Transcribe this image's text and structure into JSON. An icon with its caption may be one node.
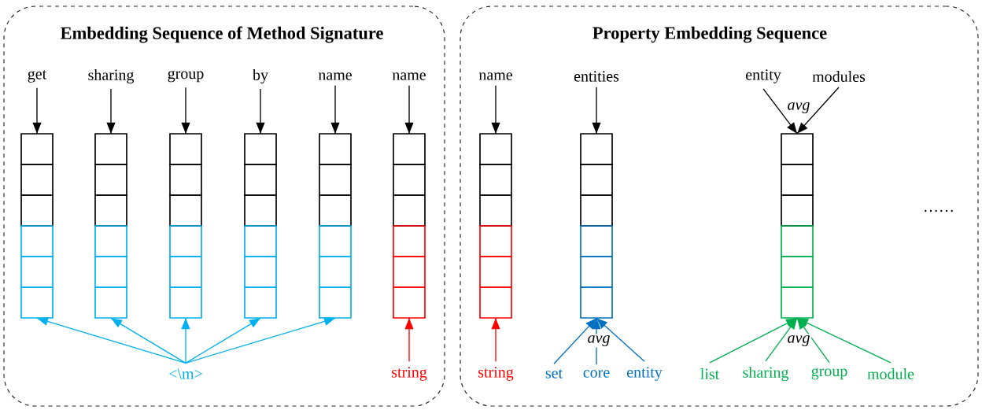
{
  "diagram": {
    "nodes": [
      {
        "text": [
          "Embedding Sequence of Method Signature"
        ]
      },
      {
        "text": [
          "Property Embedding Sequence"
        ]
      },
      {
        "text": [
          "get"
        ],
        "in": 0
      },
      {
        "text": [
          "sharing"
        ],
        "in": 0
      },
      {
        "text": [
          "group"
        ],
        "in": 0
      },
      {
        "text": [
          "by"
        ],
        "in": 0
      },
      {
        "text": [
          "name"
        ],
        "in": 0
      },
      {
        "text": [
          "name"
        ],
        "in": 0
      },
      {
        "text": [],
        "shape": "bar",
        "in": 0
      },
      {
        "text": [],
        "shape": "bar",
        "in": 0
      },
      {
        "text": [],
        "shape": "bar",
        "in": 0
      },
      {
        "text": [],
        "shape": "bar",
        "in": 0
      },
      {
        "text": [],
        "shape": "bar",
        "in": 0
      },
      {
        "text": [],
        "shape": "bar",
        "in": 0
      },
      {
        "text": [
          "<\\m>"
        ],
        "in": 0
      },
      {
        "text": [
          "string"
        ],
        "in": 0
      },
      {
        "text": [
          "name"
        ],
        "in": 1
      },
      {
        "text": [
          "entities"
        ],
        "in": 1
      },
      {
        "text": [
          "entity"
        ],
        "in": 1
      },
      {
        "text": [
          "modules"
        ],
        "in": 1
      },
      {
        "text": [],
        "shape": "bar",
        "in": 1
      },
      {
        "text": [],
        "shape": "bar",
        "in": 1
      },
      {
        "text": [],
        "shape": "bar",
        "in": 1
      },
      {
        "text": [
          "string"
        ],
        "in": 1
      },
      {
        "text": [
          "set"
        ],
        "in": 1
      },
      {
        "text": [
          "core"
        ],
        "in": 1
      },
      {
        "text": [
          "entity"
        ],
        "in": 1
      },
      {
        "text": [
          "list"
        ],
        "in": 1
      },
      {
        "text": [
          "sharing"
        ],
        "in": 1
      },
      {
        "text": [
          "group"
        ],
        "in": 1
      },
      {
        "text": [
          "module"
        ],
        "in": 1
      }
    ],
    "edges": [
      {
        "from": 2,
        "to": 8,
        "arrow": "to"
      },
      {
        "from": 3,
        "to": 9,
        "arrow": "to"
      },
      {
        "from": 4,
        "to": 10,
        "arrow": "to"
      },
      {
        "from": 5,
        "to": 11,
        "arrow": "to"
      },
      {
        "from": 6,
        "to": 12,
        "arrow": "to"
      },
      {
        "from": 7,
        "to": 13,
        "arrow": "to"
      },
      {
        "from": 14,
        "to": 8,
        "arrow": "to",
        "color": "#00b0f0"
      },
      {
        "from": 14,
        "to": 9,
        "arrow": "to",
        "color": "#00b0f0"
      },
      {
        "from": 14,
        "to": 10,
        "arrow": "to",
        "color": "#00b0f0"
      },
      {
        "from": 14,
        "to": 11,
        "arrow": "to",
        "color": "#00b0f0"
      },
      {
        "from": 14,
        "to": 12,
        "arrow": "to",
        "color": "#00b0f0"
      },
      {
        "from": 15,
        "to": 13,
        "arrow": "to",
        "color": "#ff0000"
      },
      {
        "from": 16,
        "to": 20,
        "arrow": "to"
      },
      {
        "from": 17,
        "to": 21,
        "arrow": "to"
      },
      {
        "from": 18,
        "to": 22,
        "arrow": "to"
      },
      {
        "from": 19,
        "to": 22,
        "arrow": "to"
      },
      {
        "from": 23,
        "to": 20,
        "arrow": "to",
        "color": "#ff0000"
      },
      {
        "from": 24,
        "to": 21,
        "arrow": "to",
        "color": "#0070c0"
      },
      {
        "from": 25,
        "to": 21,
        "arrow": "to",
        "color": "#0070c0"
      },
      {
        "from": 26,
        "to": 21,
        "arrow": "to",
        "color": "#0070c0"
      },
      {
        "from": 27,
        "to": 22,
        "arrow": "to",
        "color": "#00b050"
      },
      {
        "from": 28,
        "to": 22,
        "arrow": "to",
        "color": "#00b050"
      },
      {
        "from": 29,
        "to": 22,
        "arrow": "to",
        "color": "#00b050"
      },
      {
        "from": 30,
        "to": 22,
        "arrow": "to",
        "color": "#00b050"
      }
    ],
    "labels": [
      "*avg*",
      "*avg*",
      "*avg*",
      "……"
    ]
  }
}
